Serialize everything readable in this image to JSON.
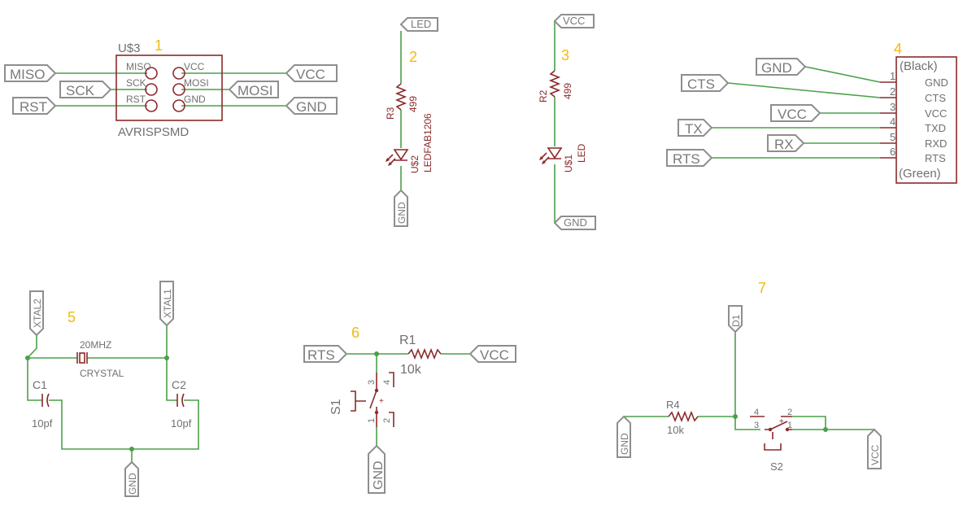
{
  "block_numbers": [
    "1",
    "2",
    "3",
    "4",
    "5",
    "6",
    "7"
  ],
  "isp": {
    "ref": "U$3",
    "value": "AVRISPSMD",
    "pins": [
      "MISO",
      "SCK",
      "RST",
      "VCC",
      "MOSI",
      "GND"
    ],
    "nets": [
      "MISO",
      "SCK",
      "RST",
      "VCC",
      "MOSI",
      "GND"
    ]
  },
  "led_fab": {
    "top_net": "LED",
    "res_ref": "R3",
    "res_value": "499",
    "res_package": "LEDFAB1206",
    "led_ref": "U$2",
    "gnd_net": "GND"
  },
  "led_plain": {
    "top_net": "VCC",
    "res_ref": "R2",
    "res_value": "499",
    "led_ref": "U$1",
    "led_value": "LED",
    "gnd_net": "GND"
  },
  "ftdi": {
    "header_top": "(Black)",
    "header_bottom": "(Green)",
    "pin_numbers": [
      "1",
      "2",
      "3",
      "4",
      "5",
      "6"
    ],
    "pin_names": [
      "GND",
      "CTS",
      "VCC",
      "TXD",
      "RXD",
      "RTS"
    ],
    "nets": [
      "GND",
      "CTS",
      "VCC",
      "TX",
      "RX",
      "RTS"
    ]
  },
  "crystal": {
    "net_left": "XTAL2",
    "net_right": "XTAL1",
    "freq": "20MHZ",
    "value": "CRYSTAL",
    "c1_ref": "C1",
    "c1_value": "10pf",
    "c2_ref": "C2",
    "c2_value": "10pf",
    "gnd_net": "GND"
  },
  "reset_switch": {
    "net_in": "RTS",
    "res_ref": "R1",
    "res_value": "10k",
    "net_vcc": "VCC",
    "sw_ref": "S1",
    "pin_numbers": [
      "3",
      "4",
      "1",
      "2"
    ],
    "gnd_net": "GND"
  },
  "button": {
    "net_top": "D1",
    "net_left": "GND",
    "res_ref": "R4",
    "res_value": "10k",
    "sw_ref": "S2",
    "pin_numbers": [
      "4",
      "2",
      "3",
      "1"
    ],
    "net_right": "VCC"
  },
  "colors": {
    "wire": "#4aa04a",
    "component": "#8b2a2a",
    "port": "#8e8e8e",
    "number": "#f2b90f"
  }
}
